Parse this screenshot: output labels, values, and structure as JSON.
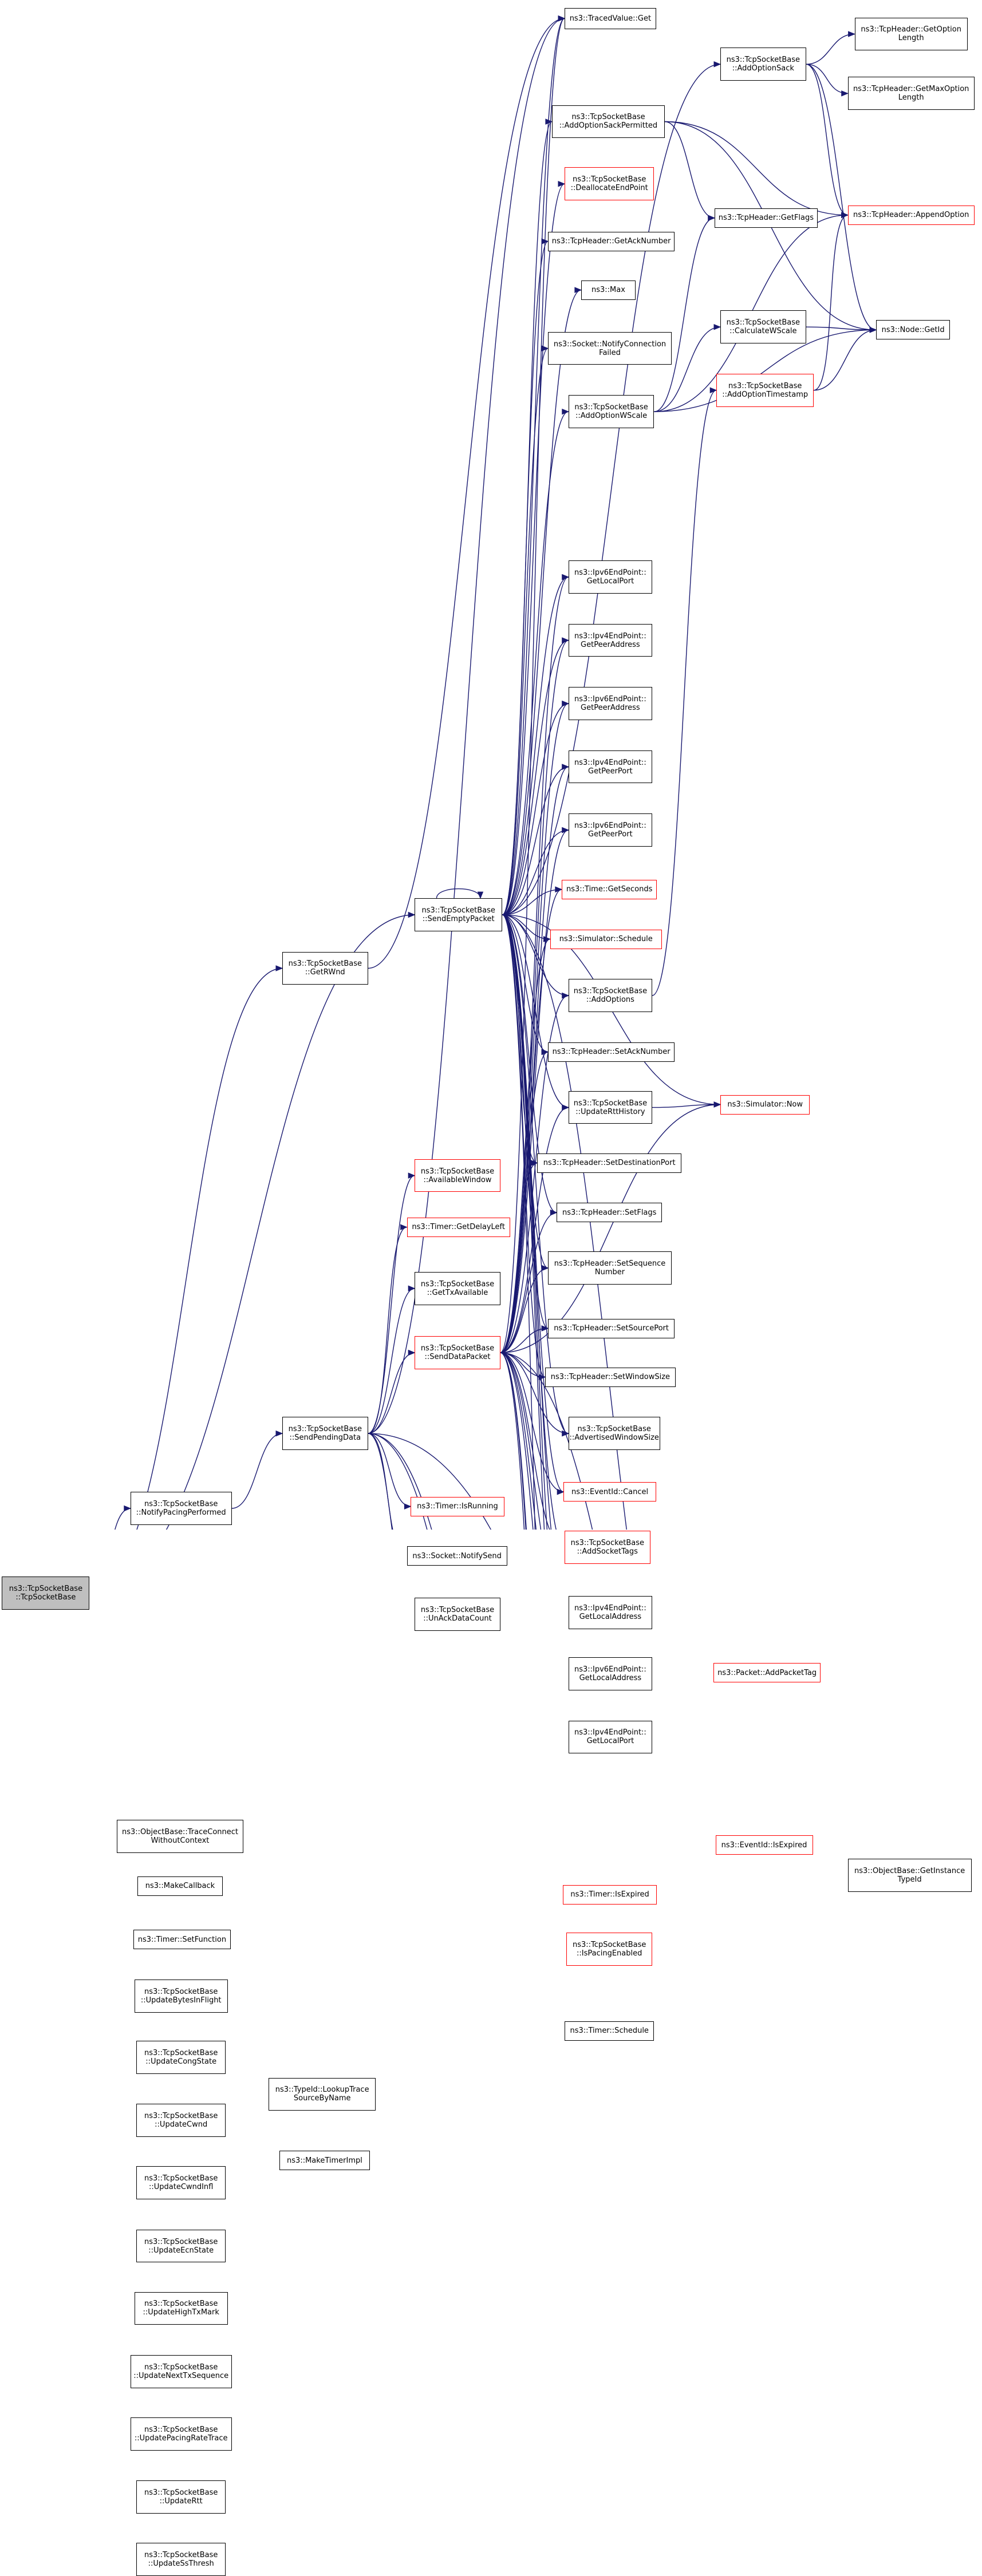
{
  "graph": {
    "edge_color": "#191970",
    "node_border": "#000000",
    "node_border_incomplete": "#ff0000",
    "root_fill": "#bfbfbf",
    "nodes": [
      {
        "id": "root",
        "lines": [
          "ns3::TcpSocketBase",
          "::TcpSocketBase"
        ],
        "root": true
      },
      {
        "id": "getrwnd",
        "lines": [
          "ns3::TcpSocketBase",
          "::GetRWnd"
        ]
      },
      {
        "id": "notifypacing",
        "lines": [
          "ns3::TcpSocketBase",
          "::NotifyPacingPerformed"
        ]
      },
      {
        "id": "traceconnect",
        "lines": [
          "ns3::ObjectBase::TraceConnect",
          "WithoutContext"
        ]
      },
      {
        "id": "makecallback",
        "lines": [
          "ns3::MakeCallback"
        ]
      },
      {
        "id": "setfunction",
        "lines": [
          "ns3::Timer::SetFunction"
        ]
      },
      {
        "id": "upd_bytesinflight",
        "lines": [
          "ns3::TcpSocketBase",
          "::UpdateBytesInFlight"
        ]
      },
      {
        "id": "upd_congstate",
        "lines": [
          "ns3::TcpSocketBase",
          "::UpdateCongState"
        ]
      },
      {
        "id": "upd_cwnd",
        "lines": [
          "ns3::TcpSocketBase",
          "::UpdateCwnd"
        ]
      },
      {
        "id": "upd_cwndinfl",
        "lines": [
          "ns3::TcpSocketBase",
          "::UpdateCwndInfl"
        ]
      },
      {
        "id": "upd_ecnstate",
        "lines": [
          "ns3::TcpSocketBase",
          "::UpdateEcnState"
        ]
      },
      {
        "id": "upd_hightxmark",
        "lines": [
          "ns3::TcpSocketBase",
          "::UpdateHighTxMark"
        ]
      },
      {
        "id": "upd_nexttxseq",
        "lines": [
          "ns3::TcpSocketBase",
          "::UpdateNextTxSequence"
        ]
      },
      {
        "id": "upd_pacingrate",
        "lines": [
          "ns3::TcpSocketBase",
          "::UpdatePacingRateTrace"
        ]
      },
      {
        "id": "upd_rtt",
        "lines": [
          "ns3::TcpSocketBase",
          "::UpdateRtt"
        ]
      },
      {
        "id": "upd_ssthresh",
        "lines": [
          "ns3::TcpSocketBase",
          "::UpdateSsThresh"
        ]
      },
      {
        "id": "sendpending",
        "lines": [
          "ns3::TcpSocketBase",
          "::SendPendingData"
        ]
      },
      {
        "id": "lookuptrace",
        "lines": [
          "ns3::TypeId::LookupTrace",
          "SourceByName"
        ]
      },
      {
        "id": "maketimerimpl",
        "lines": [
          "ns3::MakeTimerImpl"
        ]
      },
      {
        "id": "sendempty",
        "lines": [
          "ns3::TcpSocketBase",
          "::SendEmptyPacket"
        ]
      },
      {
        "id": "availwindow",
        "lines": [
          "ns3::TcpSocketBase",
          "::AvailableWindow"
        ],
        "red": true
      },
      {
        "id": "getdelayleft",
        "lines": [
          "ns3::Timer::GetDelayLeft"
        ],
        "red": true
      },
      {
        "id": "gettxavail",
        "lines": [
          "ns3::TcpSocketBase",
          "::GetTxAvailable"
        ]
      },
      {
        "id": "senddata",
        "lines": [
          "ns3::TcpSocketBase",
          "::SendDataPacket"
        ],
        "red": true
      },
      {
        "id": "isrunning",
        "lines": [
          "ns3::Timer::IsRunning"
        ],
        "red": true
      },
      {
        "id": "notifysend",
        "lines": [
          "ns3::Socket::NotifySend"
        ]
      },
      {
        "id": "unackdata",
        "lines": [
          "ns3::TcpSocketBase",
          "::UnAckDataCount"
        ]
      },
      {
        "id": "tracedget",
        "lines": [
          "ns3::TracedValue::Get"
        ]
      },
      {
        "id": "addoptsackperm",
        "lines": [
          "ns3::TcpSocketBase",
          "::AddOptionSackPermitted"
        ]
      },
      {
        "id": "deallocend",
        "lines": [
          "ns3::TcpSocketBase",
          "::DeallocateEndPoint"
        ],
        "red": true
      },
      {
        "id": "getacknum",
        "lines": [
          "ns3::TcpHeader::GetAckNumber"
        ]
      },
      {
        "id": "max",
        "lines": [
          "ns3::Max"
        ]
      },
      {
        "id": "notifyconnfailed",
        "lines": [
          "ns3::Socket::NotifyConnection",
          "Failed"
        ]
      },
      {
        "id": "addoptwscale",
        "lines": [
          "ns3::TcpSocketBase",
          "::AddOptionWScale"
        ]
      },
      {
        "id": "ipv6localport_a",
        "lines": [
          "ns3::Ipv6EndPoint::",
          "GetLocalPort"
        ]
      },
      {
        "id": "ipv4peeraddr",
        "lines": [
          "ns3::Ipv4EndPoint::",
          "GetPeerAddress"
        ]
      },
      {
        "id": "ipv6peeraddr",
        "lines": [
          "ns3::Ipv6EndPoint::",
          "GetPeerAddress"
        ]
      },
      {
        "id": "ipv4peerport",
        "lines": [
          "ns3::Ipv4EndPoint::",
          "GetPeerPort"
        ]
      },
      {
        "id": "ipv6peerport",
        "lines": [
          "ns3::Ipv6EndPoint::",
          "GetPeerPort"
        ]
      },
      {
        "id": "getseconds",
        "lines": [
          "ns3::Time::GetSeconds"
        ],
        "red": true
      },
      {
        "id": "simschedule",
        "lines": [
          "ns3::Simulator::Schedule"
        ],
        "red": true
      },
      {
        "id": "addoptions",
        "lines": [
          "ns3::TcpSocketBase",
          "::AddOptions"
        ]
      },
      {
        "id": "setacknum",
        "lines": [
          "ns3::TcpHeader::SetAckNumber"
        ]
      },
      {
        "id": "updrtthistory",
        "lines": [
          "ns3::TcpSocketBase",
          "::UpdateRttHistory"
        ]
      },
      {
        "id": "setdestport",
        "lines": [
          "ns3::TcpHeader::SetDestinationPort"
        ]
      },
      {
        "id": "setflags",
        "lines": [
          "ns3::TcpHeader::SetFlags"
        ]
      },
      {
        "id": "setseqnum",
        "lines": [
          "ns3::TcpHeader::SetSequence",
          "Number"
        ]
      },
      {
        "id": "setsrcport",
        "lines": [
          "ns3::TcpHeader::SetSourcePort"
        ]
      },
      {
        "id": "setwinsize",
        "lines": [
          "ns3::TcpHeader::SetWindowSize"
        ]
      },
      {
        "id": "advwinsize",
        "lines": [
          "ns3::TcpSocketBase",
          "::AdvertisedWindowSize"
        ]
      },
      {
        "id": "eventcancel",
        "lines": [
          "ns3::EventId::Cancel"
        ],
        "red": true
      },
      {
        "id": "addsockettags",
        "lines": [
          "ns3::TcpSocketBase",
          "::AddSocketTags"
        ],
        "red": true
      },
      {
        "id": "ipv4localaddr",
        "lines": [
          "ns3::Ipv4EndPoint::",
          "GetLocalAddress"
        ]
      },
      {
        "id": "ipv6localaddr",
        "lines": [
          "ns3::Ipv6EndPoint::",
          "GetLocalAddress"
        ]
      },
      {
        "id": "ipv4localport",
        "lines": [
          "ns3::Ipv4EndPoint::",
          "GetLocalPort"
        ]
      },
      {
        "id": "timerisexpired",
        "lines": [
          "ns3::Timer::IsExpired"
        ],
        "red": true
      },
      {
        "id": "ispacing",
        "lines": [
          "ns3::TcpSocketBase",
          "::IsPacingEnabled"
        ],
        "red": true
      },
      {
        "id": "timerschedule",
        "lines": [
          "ns3::Timer::Schedule"
        ]
      },
      {
        "id": "addoptsack",
        "lines": [
          "ns3::TcpSocketBase",
          "::AddOptionSack"
        ]
      },
      {
        "id": "getflags",
        "lines": [
          "ns3::TcpHeader::GetFlags"
        ]
      },
      {
        "id": "calcwscale",
        "lines": [
          "ns3::TcpSocketBase",
          "::CalculateWScale"
        ]
      },
      {
        "id": "addopttimestamp",
        "lines": [
          "ns3::TcpSocketBase",
          "::AddOptionTimestamp"
        ],
        "red": true
      },
      {
        "id": "simnow",
        "lines": [
          "ns3::Simulator::Now"
        ],
        "red": true
      },
      {
        "id": "addpackettag",
        "lines": [
          "ns3::Packet::AddPacketTag"
        ],
        "red": true
      },
      {
        "id": "eventisexpired",
        "lines": [
          "ns3::EventId::IsExpired"
        ],
        "red": true
      },
      {
        "id": "getoptionlen",
        "lines": [
          "ns3::TcpHeader::GetOption",
          "Length"
        ]
      },
      {
        "id": "getmaxoptionlen",
        "lines": [
          "ns3::TcpHeader::GetMaxOption",
          "Length"
        ]
      },
      {
        "id": "appendoption",
        "lines": [
          "ns3::TcpHeader::AppendOption"
        ],
        "red": true
      },
      {
        "id": "nodegetid",
        "lines": [
          "ns3::Node::GetId"
        ]
      },
      {
        "id": "getinstancetypeid",
        "lines": [
          "ns3::ObjectBase::GetInstance",
          "TypeId"
        ]
      }
    ]
  }
}
